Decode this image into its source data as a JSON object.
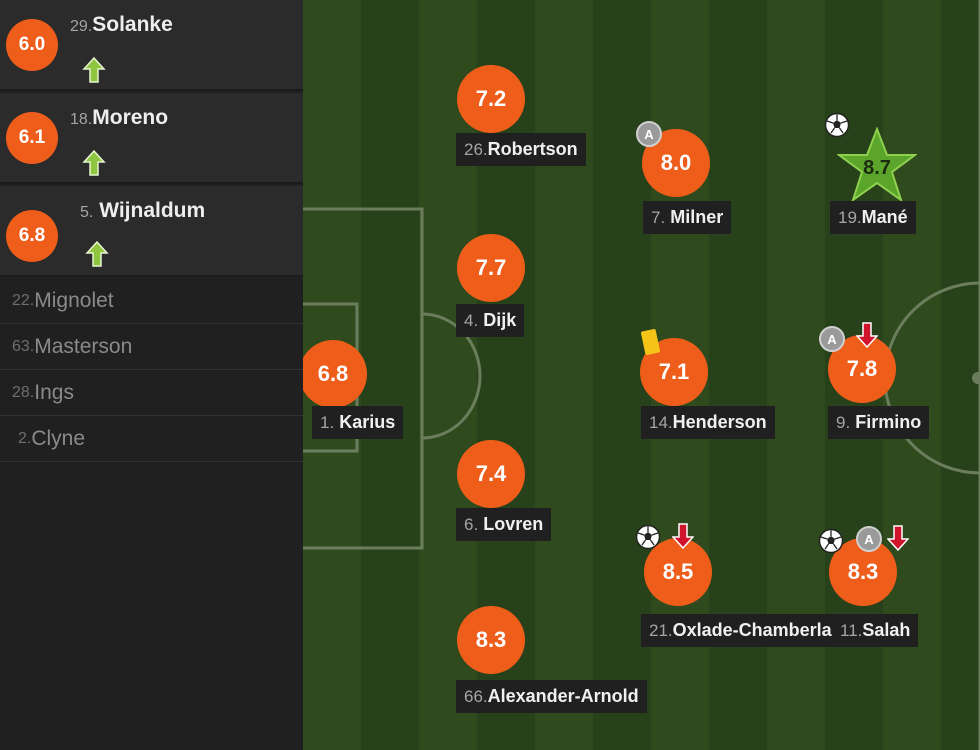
{
  "substitutes_in": [
    {
      "rating": "6.0",
      "number": "29.",
      "name": "Solanke"
    },
    {
      "rating": "6.1",
      "number": "18.",
      "name": "Moreno"
    },
    {
      "rating": "6.8",
      "number": "5.",
      "name": "Wijnaldum"
    }
  ],
  "bench": [
    {
      "number": "22.",
      "name": "Mignolet"
    },
    {
      "number": "63.",
      "name": "Masterson"
    },
    {
      "number": "28.",
      "name": "Ings"
    },
    {
      "number": "2.",
      "name": "Clyne"
    }
  ],
  "players": {
    "karius": {
      "rating": "6.8",
      "number": "1.",
      "name": "Karius"
    },
    "robertson": {
      "rating": "7.2",
      "number": "26.",
      "name": "Robertson"
    },
    "dijk": {
      "rating": "7.7",
      "number": "4.",
      "name": "Dijk"
    },
    "lovren": {
      "rating": "7.4",
      "number": "6.",
      "name": "Lovren"
    },
    "alexander_arnold": {
      "rating": "8.3",
      "number": "66.",
      "name": "Alexander-Arnold"
    },
    "milner": {
      "rating": "8.0",
      "number": "7.",
      "name": "Milner",
      "badge": "A"
    },
    "henderson": {
      "rating": "7.1",
      "number": "14.",
      "name": "Henderson"
    },
    "oxlade_chamberlain": {
      "rating": "8.5",
      "number": "21.",
      "name": "Oxlade-Chamberlain"
    },
    "mane": {
      "rating": "8.7",
      "number": "19.",
      "name": "Mané"
    },
    "firmino": {
      "rating": "7.8",
      "number": "9.",
      "name": "Firmino",
      "badge": "A"
    },
    "salah": {
      "rating": "8.3",
      "number": "11.",
      "name": "Salah",
      "badge": "A"
    }
  },
  "colors": {
    "rating_circle": "#ef5d1b",
    "man_of_match_star": "#5aa52a",
    "sub_in_arrow": "#8fc63f",
    "sub_out_arrow": "#d0142c",
    "yellow_card": "#f4c516"
  },
  "icons": {
    "sub_in": "arrow-up-icon",
    "sub_out": "arrow-down-icon",
    "goal": "soccer-ball-icon",
    "assist": "assist-badge-icon",
    "booking": "yellow-card-icon",
    "man_of_match": "star-icon"
  }
}
